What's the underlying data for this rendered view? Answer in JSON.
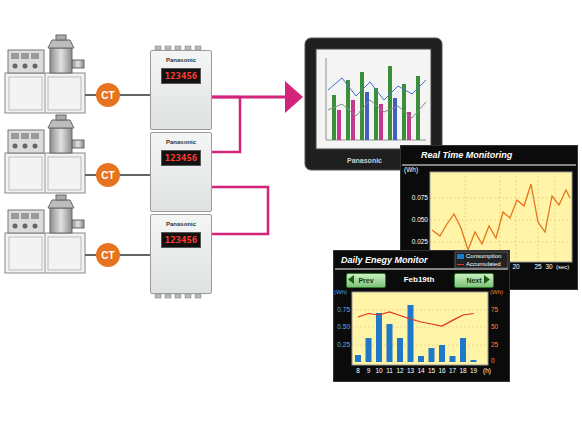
{
  "diagram": {
    "nodes": [
      {
        "text": [
          "CT"
        ]
      },
      {
        "text": [
          "Panasonic",
          "123456"
        ]
      },
      {
        "text": [
          "CT"
        ]
      },
      {
        "text": [
          "Panasonic",
          "123456"
        ]
      },
      {
        "text": [
          "CT"
        ]
      },
      {
        "text": [
          "Panasonic",
          "123456"
        ]
      },
      {
        "text": [
          "Panasonic"
        ]
      },
      {
        "text": [
          "Real Time Monitoring"
        ]
      },
      {
        "text": [
          "Daily Enegy Monitor"
        ]
      },
      {
        "text": [
          "Prev"
        ],
        "in": 8
      },
      {
        "text": [
          "Next"
        ],
        "in": 8
      }
    ],
    "edges": [
      {
        "from": 0,
        "to": 1,
        "arrow": "none"
      },
      {
        "from": 2,
        "to": 3,
        "arrow": "none"
      },
      {
        "from": 4,
        "to": 5,
        "arrow": "none"
      },
      {
        "from": 1,
        "to": 3,
        "arrow": "none"
      },
      {
        "from": 3,
        "to": 5,
        "arrow": "none"
      },
      {
        "from": 1,
        "to": 6,
        "arrow": "to"
      }
    ],
    "labels": [
      "(Wh)",
      "0.075",
      "0.050",
      "0.025",
      "20",
      "25",
      "30",
      "(sec)",
      "Feb19th",
      "(Wh)",
      "(Wh)",
      "0.75",
      "0.50",
      "0.25",
      "75",
      "50",
      "25",
      "0",
      "8",
      "9",
      "10",
      "11",
      "12",
      "13",
      "14",
      "15",
      "16",
      "17",
      "18",
      "19",
      "(h)"
    ],
    "legend": [
      {
        "text": "Consumption",
        "color": "#1f78c8"
      },
      {
        "text": "Accumulated"
      }
    ]
  }
}
